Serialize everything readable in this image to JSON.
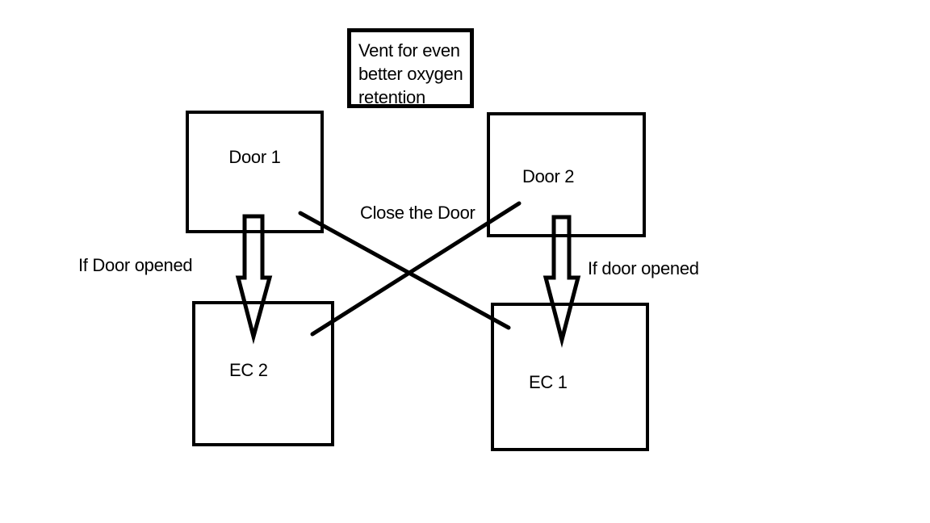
{
  "diagram": {
    "colors": {
      "background": "#ffffff",
      "stroke": "#000000",
      "text": "#000000"
    },
    "nodes": [
      {
        "id": "vent",
        "label": "Vent for even better oxygen retention",
        "lines": [
          "Vent for even",
          "better oxygen",
          "retention"
        ]
      },
      {
        "id": "door-1",
        "label": "Door 1"
      },
      {
        "id": "door-2",
        "label": "Door 2"
      },
      {
        "id": "ec-2",
        "label": "EC 2"
      },
      {
        "id": "ec-1",
        "label": "EC 1"
      }
    ],
    "annotations": [
      {
        "id": "close-the-door",
        "label": "Close the Door"
      },
      {
        "id": "if-door-opened-left",
        "label": "If Door opened"
      },
      {
        "id": "if-door-opened-right",
        "label": "If door opened"
      }
    ],
    "connections": [
      {
        "from": "Door 1",
        "to": "EC 2",
        "style": "block-arrow",
        "label": "If Door opened"
      },
      {
        "from": "Door 2",
        "to": "EC 1",
        "style": "block-arrow",
        "label": "If door opened"
      },
      {
        "from": "Door 1",
        "to": "EC 1",
        "style": "line",
        "label": "Close the Door"
      },
      {
        "from": "Door 2",
        "to": "EC 2",
        "style": "line",
        "label": "Close the Door"
      }
    ]
  }
}
